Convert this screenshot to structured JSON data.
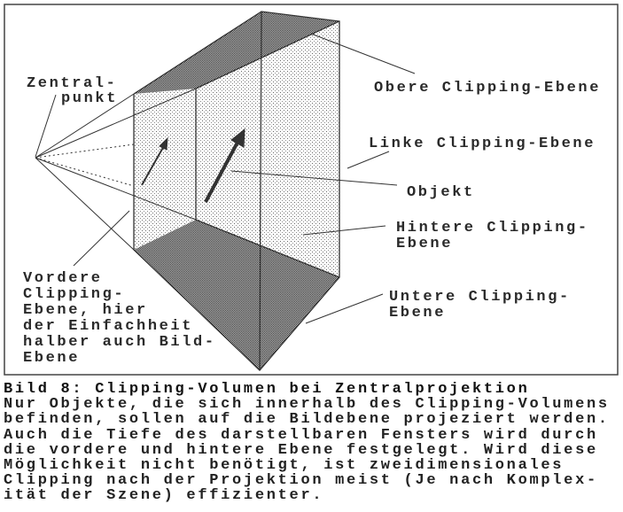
{
  "diagram": {
    "labels": {
      "zentral_1": "Zentral-",
      "zentral_2": "punkt",
      "obere": "Obere Clipping-Ebene",
      "linke": "Linke Clipping-Ebene",
      "objekt": "Objekt",
      "hintere_1": "Hintere Clipping-",
      "hintere_2": "Ebene",
      "untere_1": "Untere Clipping-",
      "untere_2": "Ebene",
      "vordere": [
        "Vordere",
        "Clipping-",
        "Ebene, hier",
        "der Einfachheit",
        "halber auch Bild-",
        "Ebene"
      ]
    }
  },
  "caption": {
    "title": "Bild 8: Clipping-Volumen bei Zentralprojektion",
    "lines": [
      "Nur Objekte, die sich innerhalb des Clipping-Volumens",
      "befinden, sollen auf die Bildebene projeziert werden.",
      "Auch die Tiefe des darstellbaren Fensters wird durch",
      "die vordere und hintere Ebene festgelegt. Wird diese",
      "Möglichkeit nicht benötigt, ist zweidimensionales",
      "Clipping nach der Projektion meist (Je nach Komplex-",
      "ität der Szene) effizienter."
    ]
  }
}
